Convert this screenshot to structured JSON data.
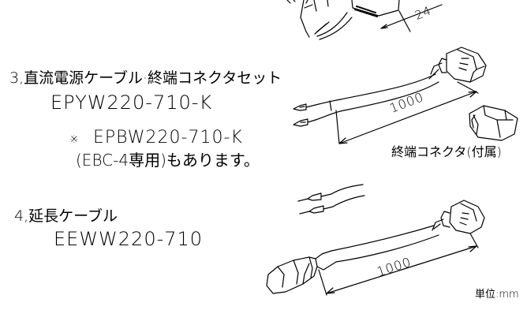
{
  "page": {
    "bg_color": "#ffffff",
    "line_color": "#000000"
  },
  "item3": {
    "title": "3,直流電源ケーブル·終端コネクタセット",
    "code": "EPYW220-710-K",
    "note_mark": "※",
    "note_code": "EPBW220-710-K",
    "note_text": "(EBC-4専用)もあります。"
  },
  "item3_drawing": {
    "dimension": "1000",
    "terminal_label": "終端コネクタ(付属)"
  },
  "item4": {
    "title": "4,延長ケーブル",
    "code": "EEWW220-710"
  },
  "item4_drawing": {
    "dimension": "1000"
  },
  "top_drawing": {
    "partial_dimension": "24"
  },
  "footer": {
    "unit": "単位:mm"
  }
}
